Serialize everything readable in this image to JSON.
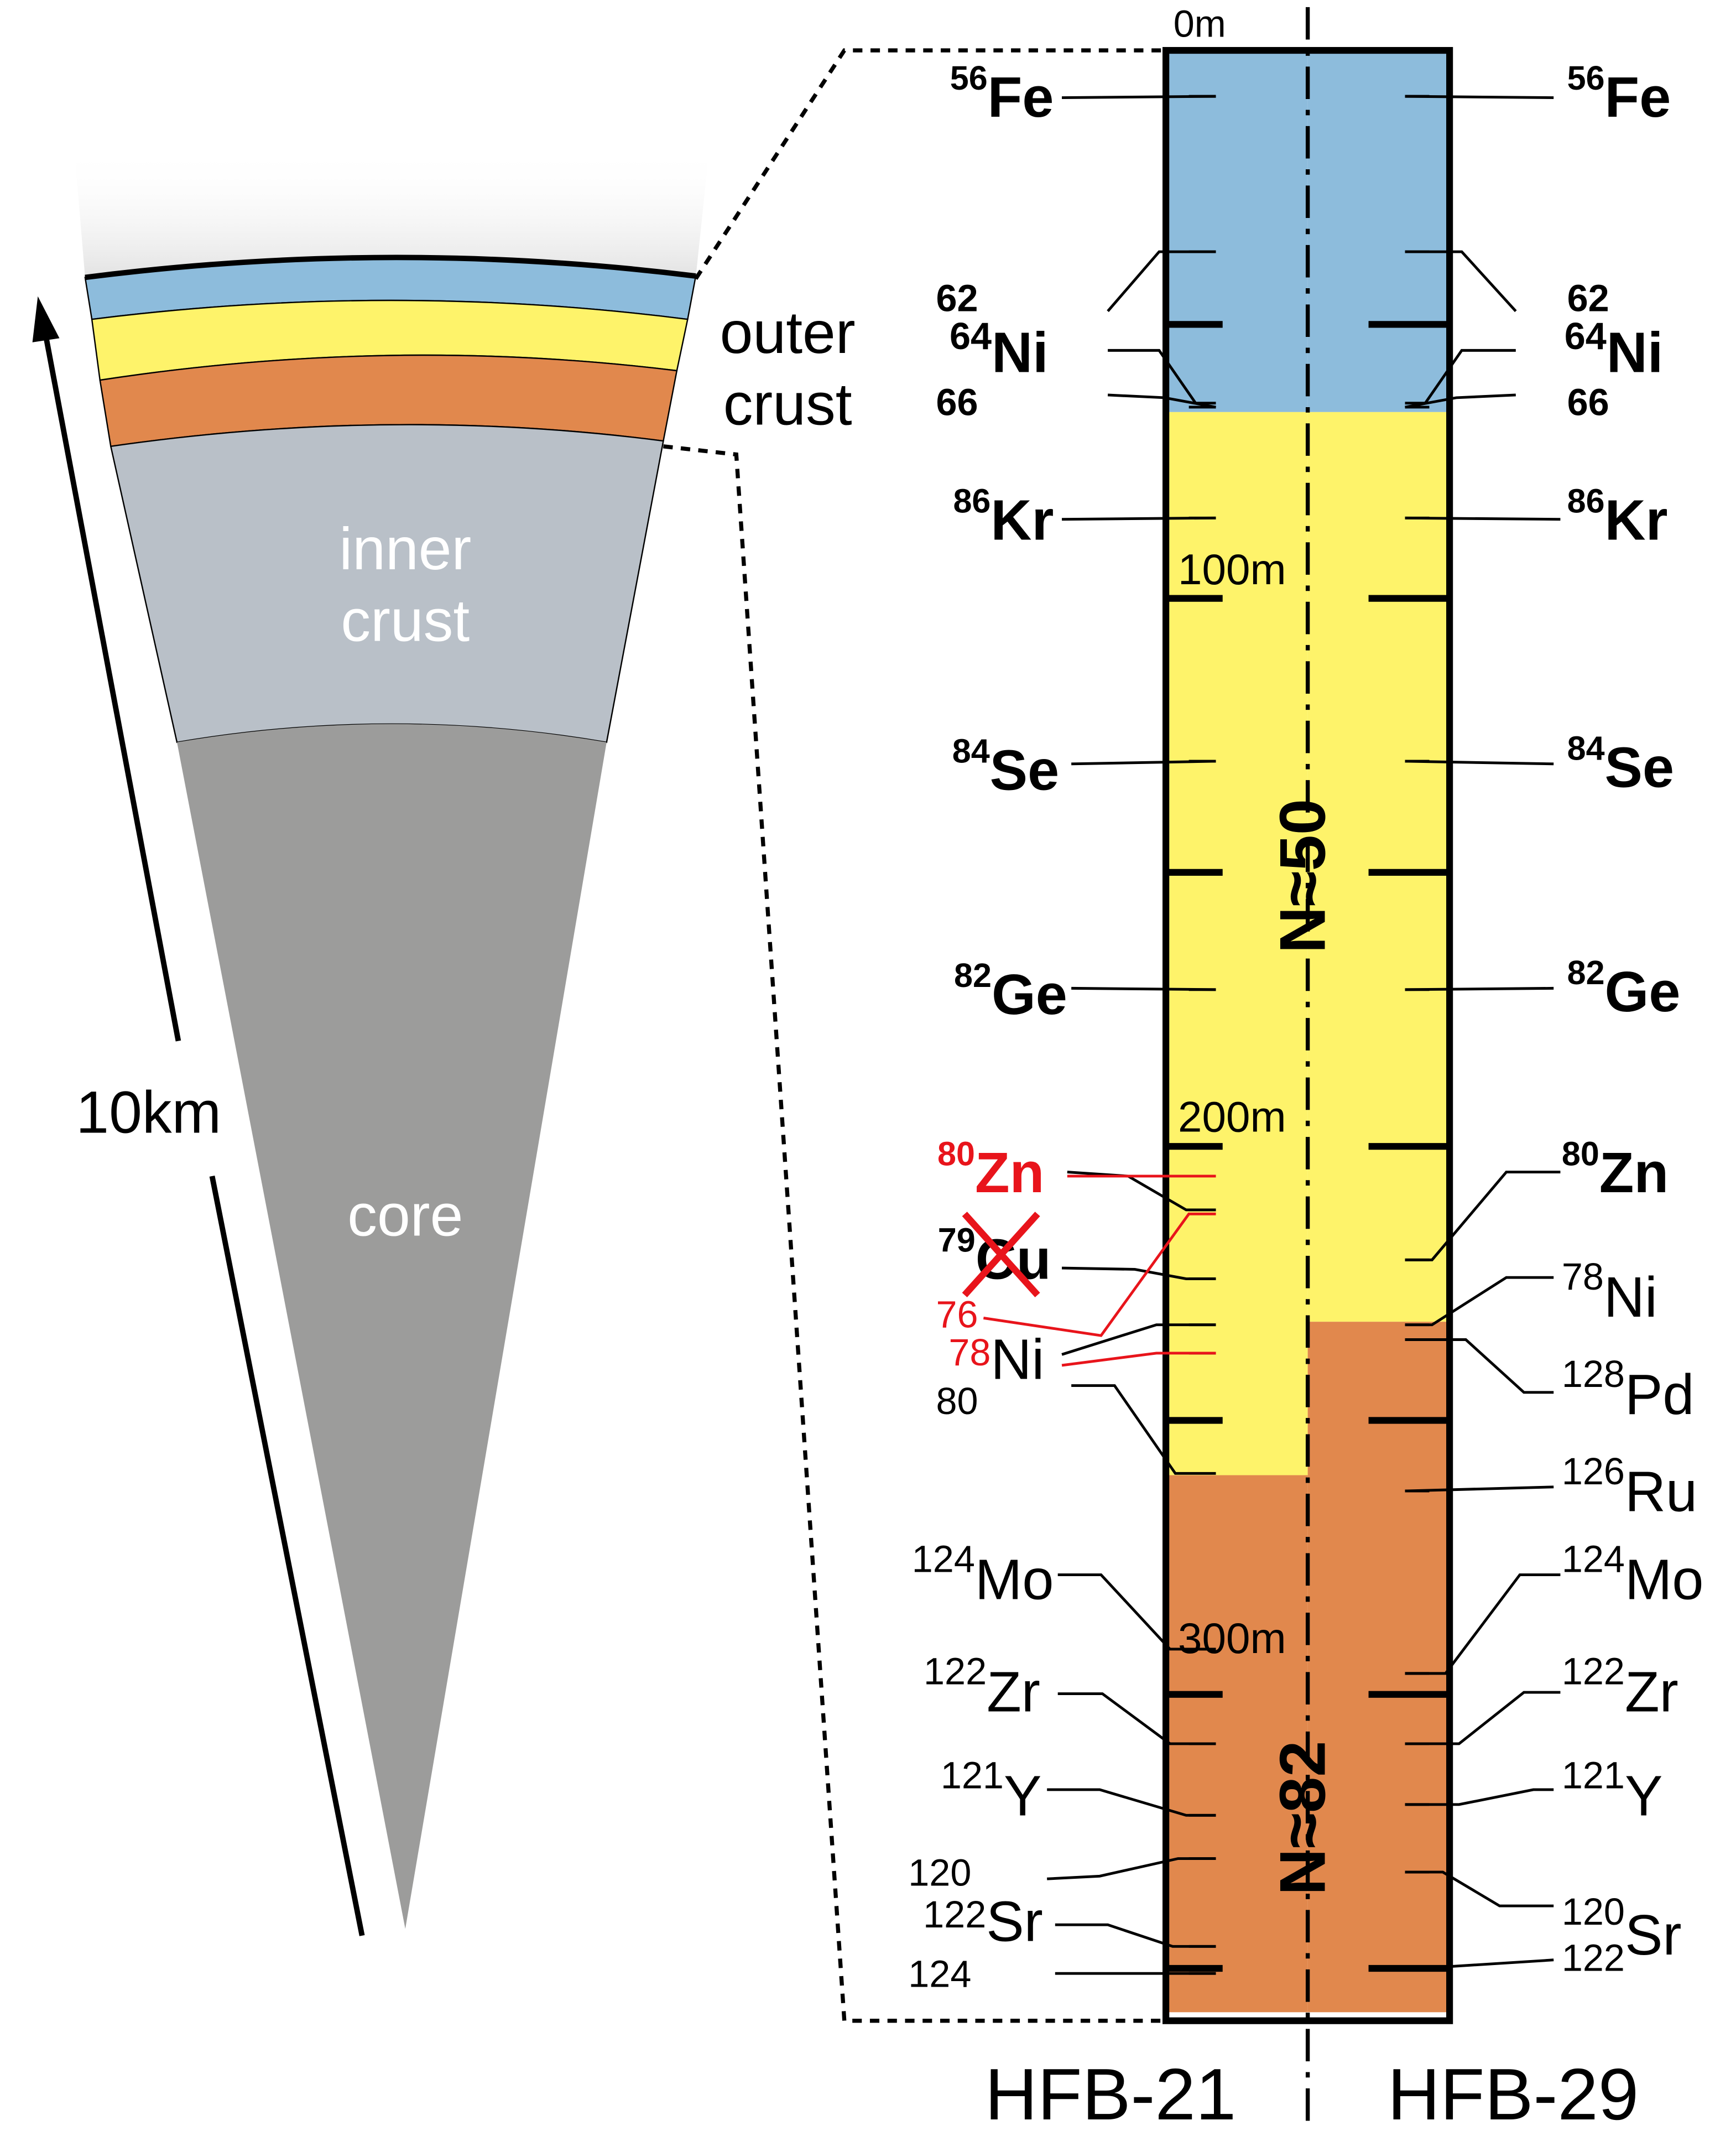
{
  "colors": {
    "blue": "#8dbcdc",
    "yellow": "#fef36a",
    "orange": "#e1884d",
    "inner": "#b9c0c8",
    "core": "#9c9c9b",
    "red": "#e8141b",
    "black": "#000000"
  },
  "cone": {
    "outer_label": [
      "outer",
      "crust"
    ],
    "inner_label": [
      "inner",
      "crust"
    ],
    "core_label": "core",
    "scale_label": "10km"
  },
  "columns": {
    "left_model": "HFB-21",
    "right_model": "HFB-29",
    "magic_50": "N≈50",
    "magic_82": "N≈82",
    "left_layers": [
      {
        "color": "blue",
        "from_m": 0,
        "to_m": 66
      },
      {
        "color": "yellow",
        "from_m": 66,
        "to_m": 260
      },
      {
        "color": "orange",
        "from_m": 260,
        "to_m": 358
      }
    ],
    "right_layers": [
      {
        "color": "blue",
        "from_m": 0,
        "to_m": 66
      },
      {
        "color": "yellow",
        "from_m": 66,
        "to_m": 232
      },
      {
        "color": "orange",
        "from_m": 232,
        "to_m": 358
      }
    ]
  },
  "depth_axis": {
    "ticks_m": [
      0,
      50,
      100,
      150,
      200,
      250,
      300,
      350
    ],
    "labels": [
      {
        "m": 0,
        "text": "0m"
      },
      {
        "m": 100,
        "text": "100m"
      },
      {
        "m": 200,
        "text": "200m"
      },
      {
        "m": 300,
        "text": "300m"
      }
    ]
  },
  "left_labels": [
    {
      "id": "fe56",
      "mass": "56",
      "sym": "Fe",
      "bold": true,
      "style": "big"
    },
    {
      "id": "ni62",
      "mass": "62",
      "sym": "",
      "bold": true,
      "style": "mid"
    },
    {
      "id": "ni64",
      "mass": "64",
      "sym": "Ni",
      "bold": true,
      "style": "mid"
    },
    {
      "id": "ni66",
      "mass": "66",
      "sym": "",
      "bold": true,
      "style": "mid"
    },
    {
      "id": "kr86",
      "mass": "86",
      "sym": "Kr",
      "bold": true,
      "style": "big"
    },
    {
      "id": "se84",
      "mass": "84",
      "sym": "Se",
      "bold": true,
      "style": "big"
    },
    {
      "id": "ge82",
      "mass": "82",
      "sym": "Ge",
      "bold": true,
      "style": "big"
    },
    {
      "id": "zn80",
      "mass": "80",
      "sym": "Zn",
      "bold": true,
      "style": "big",
      "red": true
    },
    {
      "id": "cu79",
      "mass": "79",
      "sym": "Cu",
      "bold": true,
      "style": "big",
      "crossed": true
    },
    {
      "id": "ni76",
      "mass": "76",
      "sym": "",
      "bold": false,
      "style": "mid",
      "red": true
    },
    {
      "id": "ni78",
      "mass": "78",
      "sym": "Ni",
      "bold": false,
      "style": "mid",
      "red_mass": true
    },
    {
      "id": "ni80",
      "mass": "80",
      "sym": "",
      "bold": false,
      "style": "mid"
    },
    {
      "id": "mo124",
      "mass": "124",
      "sym": "Mo",
      "bold": false,
      "style": "mid"
    },
    {
      "id": "zr122",
      "mass": "122",
      "sym": "Zr",
      "bold": false,
      "style": "mid"
    },
    {
      "id": "y121",
      "mass": "121",
      "sym": "Y",
      "bold": false,
      "style": "mid"
    },
    {
      "id": "sr120",
      "mass": "120",
      "sym": "",
      "bold": false,
      "style": "mid"
    },
    {
      "id": "sr122",
      "mass": "122",
      "sym": "Sr",
      "bold": false,
      "style": "mid"
    },
    {
      "id": "sr124",
      "mass": "124",
      "sym": "",
      "bold": false,
      "style": "mid"
    }
  ],
  "right_labels": [
    {
      "id": "fe56",
      "mass": "56",
      "sym": "Fe",
      "bold": true,
      "style": "big"
    },
    {
      "id": "ni62",
      "mass": "62",
      "sym": "",
      "bold": true,
      "style": "mid"
    },
    {
      "id": "ni64",
      "mass": "64",
      "sym": "Ni",
      "bold": true,
      "style": "mid"
    },
    {
      "id": "ni66",
      "mass": "66",
      "sym": "",
      "bold": true,
      "style": "mid"
    },
    {
      "id": "kr86",
      "mass": "86",
      "sym": "Kr",
      "bold": true,
      "style": "big"
    },
    {
      "id": "se84",
      "mass": "84",
      "sym": "Se",
      "bold": true,
      "style": "big"
    },
    {
      "id": "ge82",
      "mass": "82",
      "sym": "Ge",
      "bold": true,
      "style": "big"
    },
    {
      "id": "zn80",
      "mass": "80",
      "sym": "Zn",
      "bold": true,
      "style": "big"
    },
    {
      "id": "ni78",
      "mass": "78",
      "sym": "Ni",
      "bold": false,
      "style": "mid"
    },
    {
      "id": "pd128",
      "mass": "128",
      "sym": "Pd",
      "bold": false,
      "style": "mid"
    },
    {
      "id": "ru126",
      "mass": "126",
      "sym": "Ru",
      "bold": false,
      "style": "mid"
    },
    {
      "id": "mo124",
      "mass": "124",
      "sym": "Mo",
      "bold": false,
      "style": "mid"
    },
    {
      "id": "zr122",
      "mass": "122",
      "sym": "Zr",
      "bold": false,
      "style": "mid"
    },
    {
      "id": "y121",
      "mass": "121",
      "sym": "Y",
      "bold": false,
      "style": "mid"
    },
    {
      "id": "sr120",
      "mass": "120",
      "sym": "Sr",
      "bold": false,
      "style": "mid"
    },
    {
      "id": "sr122",
      "mass": "122",
      "sym": "",
      "bold": false,
      "style": "mid"
    }
  ]
}
